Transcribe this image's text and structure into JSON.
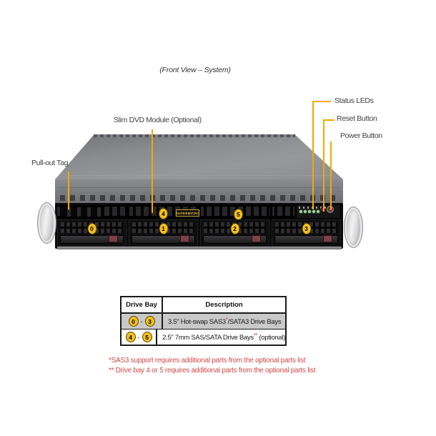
{
  "figure": {
    "title": "(Front View – System)"
  },
  "colors": {
    "callout_accent": "#F2A800",
    "bay_badge_fill": "#F4C01E",
    "footnote_red": "#D24848",
    "table_row_gray": "#C9C9C9",
    "led_green": "#A5D6A0"
  },
  "callouts": {
    "pullout_tag": "Pull-out Tag",
    "slim_dvd": "Slim DVD Module (Optional)",
    "status_leds": "Status LEDs",
    "reset_button": "Reset Button",
    "power_button": "Power Button"
  },
  "server": {
    "brand": "SUPERMICRO",
    "drive_bays": [
      "0",
      "1",
      "2",
      "3"
    ],
    "slim_bays": [
      "4",
      "5"
    ]
  },
  "table": {
    "headers": [
      "Drive Bay",
      "Description"
    ],
    "rows": [
      {
        "bay_from": "0",
        "sep": "-",
        "bay_to": "3",
        "desc_pre": "3.5\" Hot-swap SAS3",
        "mark": "*",
        "desc_post": "/SATA3 Drive Bays"
      },
      {
        "bay_from": "4",
        "sep": "-",
        "bay_to": "5",
        "desc_pre": "2.5\" 7mm SAS/SATA Drive Bays",
        "mark": "**",
        "desc_post": " (optional)"
      }
    ]
  },
  "footnotes": [
    "*SAS3 support requires additional parts from the optional parts list",
    "** Drive bay 4 or 5 requires additional parts from the optional parts list"
  ]
}
